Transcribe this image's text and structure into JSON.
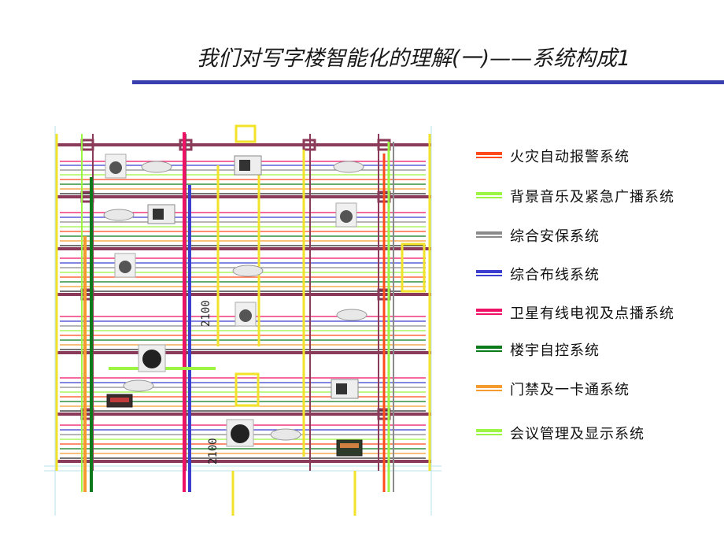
{
  "slide": {
    "title": "我们对写字楼智能化的理解(一)——系统构成1",
    "title_bar_color": "#3a3fb0"
  },
  "drawing": {
    "dimension_labels": [
      "2100",
      "2100"
    ]
  },
  "legend": [
    {
      "label": "火灾自动报警系统",
      "color": "#ff4a1c"
    },
    {
      "label": "背景音乐及紧急广播系统",
      "color": "#9cf542"
    },
    {
      "label": "综合安保系统",
      "color": "#8a8a8a"
    },
    {
      "label": "综合布线系统",
      "color": "#3a3fcf"
    },
    {
      "label": "卫星有线电视及点播系统",
      "color": "#ee1166"
    },
    {
      "label": "楼宇自控系统",
      "color": "#0b7a1a"
    },
    {
      "label": "门禁及一卡通系统",
      "color": "#f59a2c"
    },
    {
      "label": "会议管理及显示系统",
      "color": "#9cf542"
    }
  ]
}
